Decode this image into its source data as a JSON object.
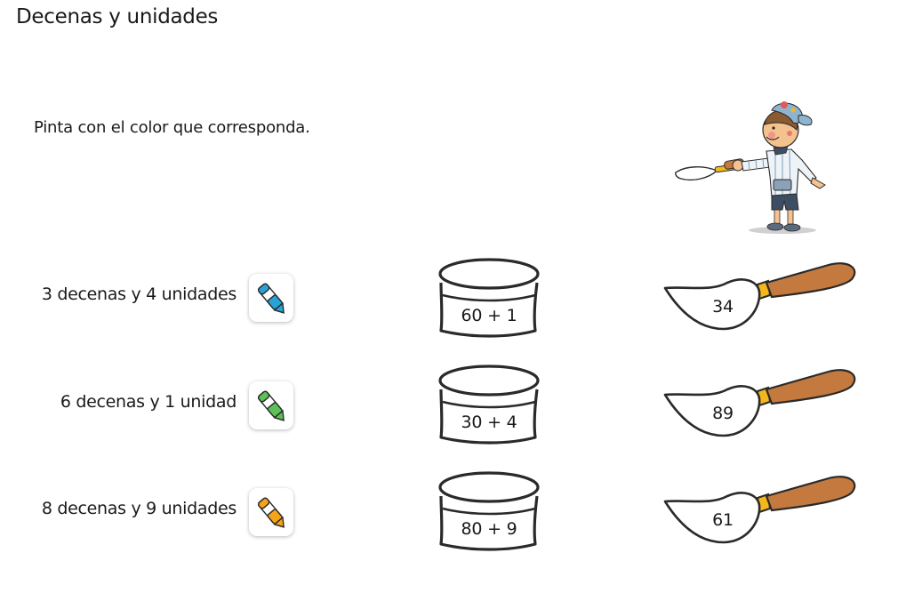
{
  "title": "Decenas y unidades",
  "instruction": "Pinta con el color que corresponda.",
  "rows": [
    {
      "label": "3 decenas y 4 unidades",
      "crayon_icon": "blue-crayon-icon",
      "crayon_color": "#29a3d6",
      "pot": "60 + 1",
      "brush": "34"
    },
    {
      "label": "6 decenas y 1 unidad",
      "crayon_icon": "green-crayon-icon",
      "crayon_color": "#5cc257",
      "pot": "30 + 4",
      "brush": "89"
    },
    {
      "label": "8 decenas y 9 unidades",
      "crayon_icon": "orange-crayon-icon",
      "crayon_color": "#f5a31a",
      "pot": "80 + 9",
      "brush": "61"
    }
  ],
  "colors": {
    "brush_handle": "#c47a3f",
    "brush_ferrule": "#f5b81c",
    "outline": "#2a2a2a"
  },
  "icons": {
    "painter": "child-painter-illustration",
    "pot": "paint-pot-icon",
    "brush": "paintbrush-icon"
  }
}
